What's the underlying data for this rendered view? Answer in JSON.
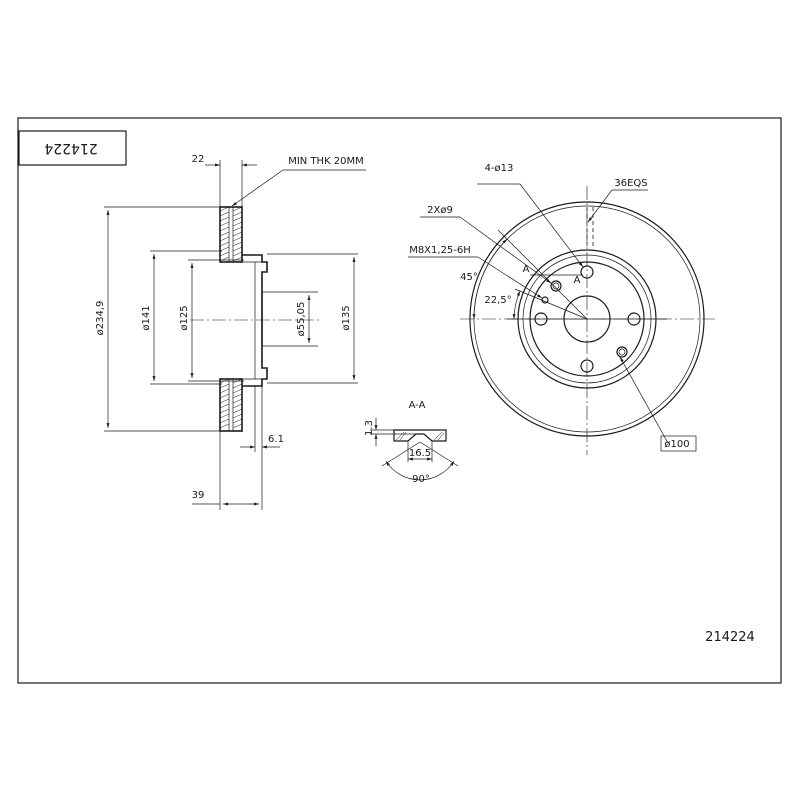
{
  "drawing": {
    "part_number": "214224",
    "part_number_rotated": "214224"
  },
  "side_view": {
    "disc_thickness_label": "22",
    "overall_height_label": "39",
    "hat_offset_label": "6.1",
    "min_thickness_label": "MIN THK 20MM",
    "dia_outer_label": "ø234,9",
    "dia_141_label": "ø141",
    "dia_125_label": "ø125",
    "dia_55_label": "ø55,05",
    "dia_135_label": "ø135"
  },
  "front_view": {
    "bolt_holes_label": "4-ø13",
    "vent_label": "36EQS",
    "small_holes_label": "2Xø9",
    "thread_label": "M8X1,25-6H",
    "angle_45_label": "45°",
    "angle_22_label": "22,5°",
    "pcd_label": "ø100",
    "section_mark_left": "A",
    "section_mark_right": "A"
  },
  "section_aa": {
    "title": "A-A",
    "depth_label": "1.3",
    "width_label": "16.5",
    "angle_label": "90°"
  }
}
